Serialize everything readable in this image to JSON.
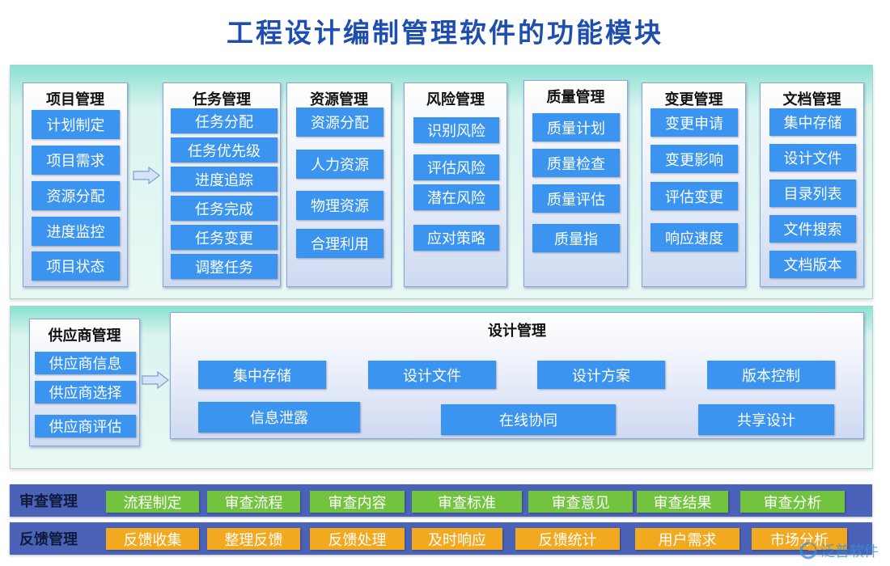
{
  "title": "工程设计编制管理软件的功能模块",
  "modules": {
    "project": {
      "title": "项目管理",
      "items": [
        "计划制定",
        "项目需求",
        "资源分配",
        "进度监控",
        "项目状态"
      ]
    },
    "task": {
      "title": "任务管理",
      "items": [
        "任务分配",
        "任务优先级",
        "进度追踪",
        "任务完成",
        "任务变更",
        "调整任务"
      ]
    },
    "resource": {
      "title": "资源管理",
      "items": [
        "资源分配",
        "人力资源",
        "物理资源",
        "合理利用"
      ]
    },
    "risk": {
      "title": "风险管理",
      "items": [
        "识别风险",
        "评估风险",
        "潜在风险",
        "应对策略"
      ]
    },
    "quality": {
      "title": "质量管理",
      "items": [
        "质量计划",
        "质量检查",
        "质量评估",
        "质量指"
      ]
    },
    "change": {
      "title": "变更管理",
      "items": [
        "变更申请",
        "变更影响",
        "评估变更",
        "响应速度"
      ]
    },
    "document": {
      "title": "文档管理",
      "items": [
        "集中存储",
        "设计文件",
        "目录列表",
        "文件搜索",
        "文档版本"
      ]
    },
    "supplier": {
      "title": "供应商管理",
      "items": [
        "供应商信息",
        "供应商选择",
        "供应商评估"
      ]
    },
    "design": {
      "title": "设计管理",
      "items": [
        "集中存储",
        "设计文件",
        "设计方案",
        "版本控制",
        "信息泄露",
        "在线协同",
        "共享设计"
      ]
    }
  },
  "review": {
    "label": "审查管理",
    "items": [
      "流程制定",
      "审查流程",
      "审查内容",
      "审查标准",
      "审查意见",
      "审查结果",
      "审查分析"
    ]
  },
  "feedback": {
    "label": "反馈管理",
    "items": [
      "反馈收集",
      "整理反馈",
      "反馈处理",
      "及时响应",
      "反馈统计",
      "用户需求",
      "市场分析"
    ]
  },
  "watermark": {
    "text": "泛普软件",
    "icon": "fanpu-logo-icon"
  },
  "colors": {
    "title": "#1e4fb0",
    "item": "#3a94f0",
    "band": "#4a63b8",
    "green": "#72c33e",
    "orange": "#f2a81f"
  }
}
